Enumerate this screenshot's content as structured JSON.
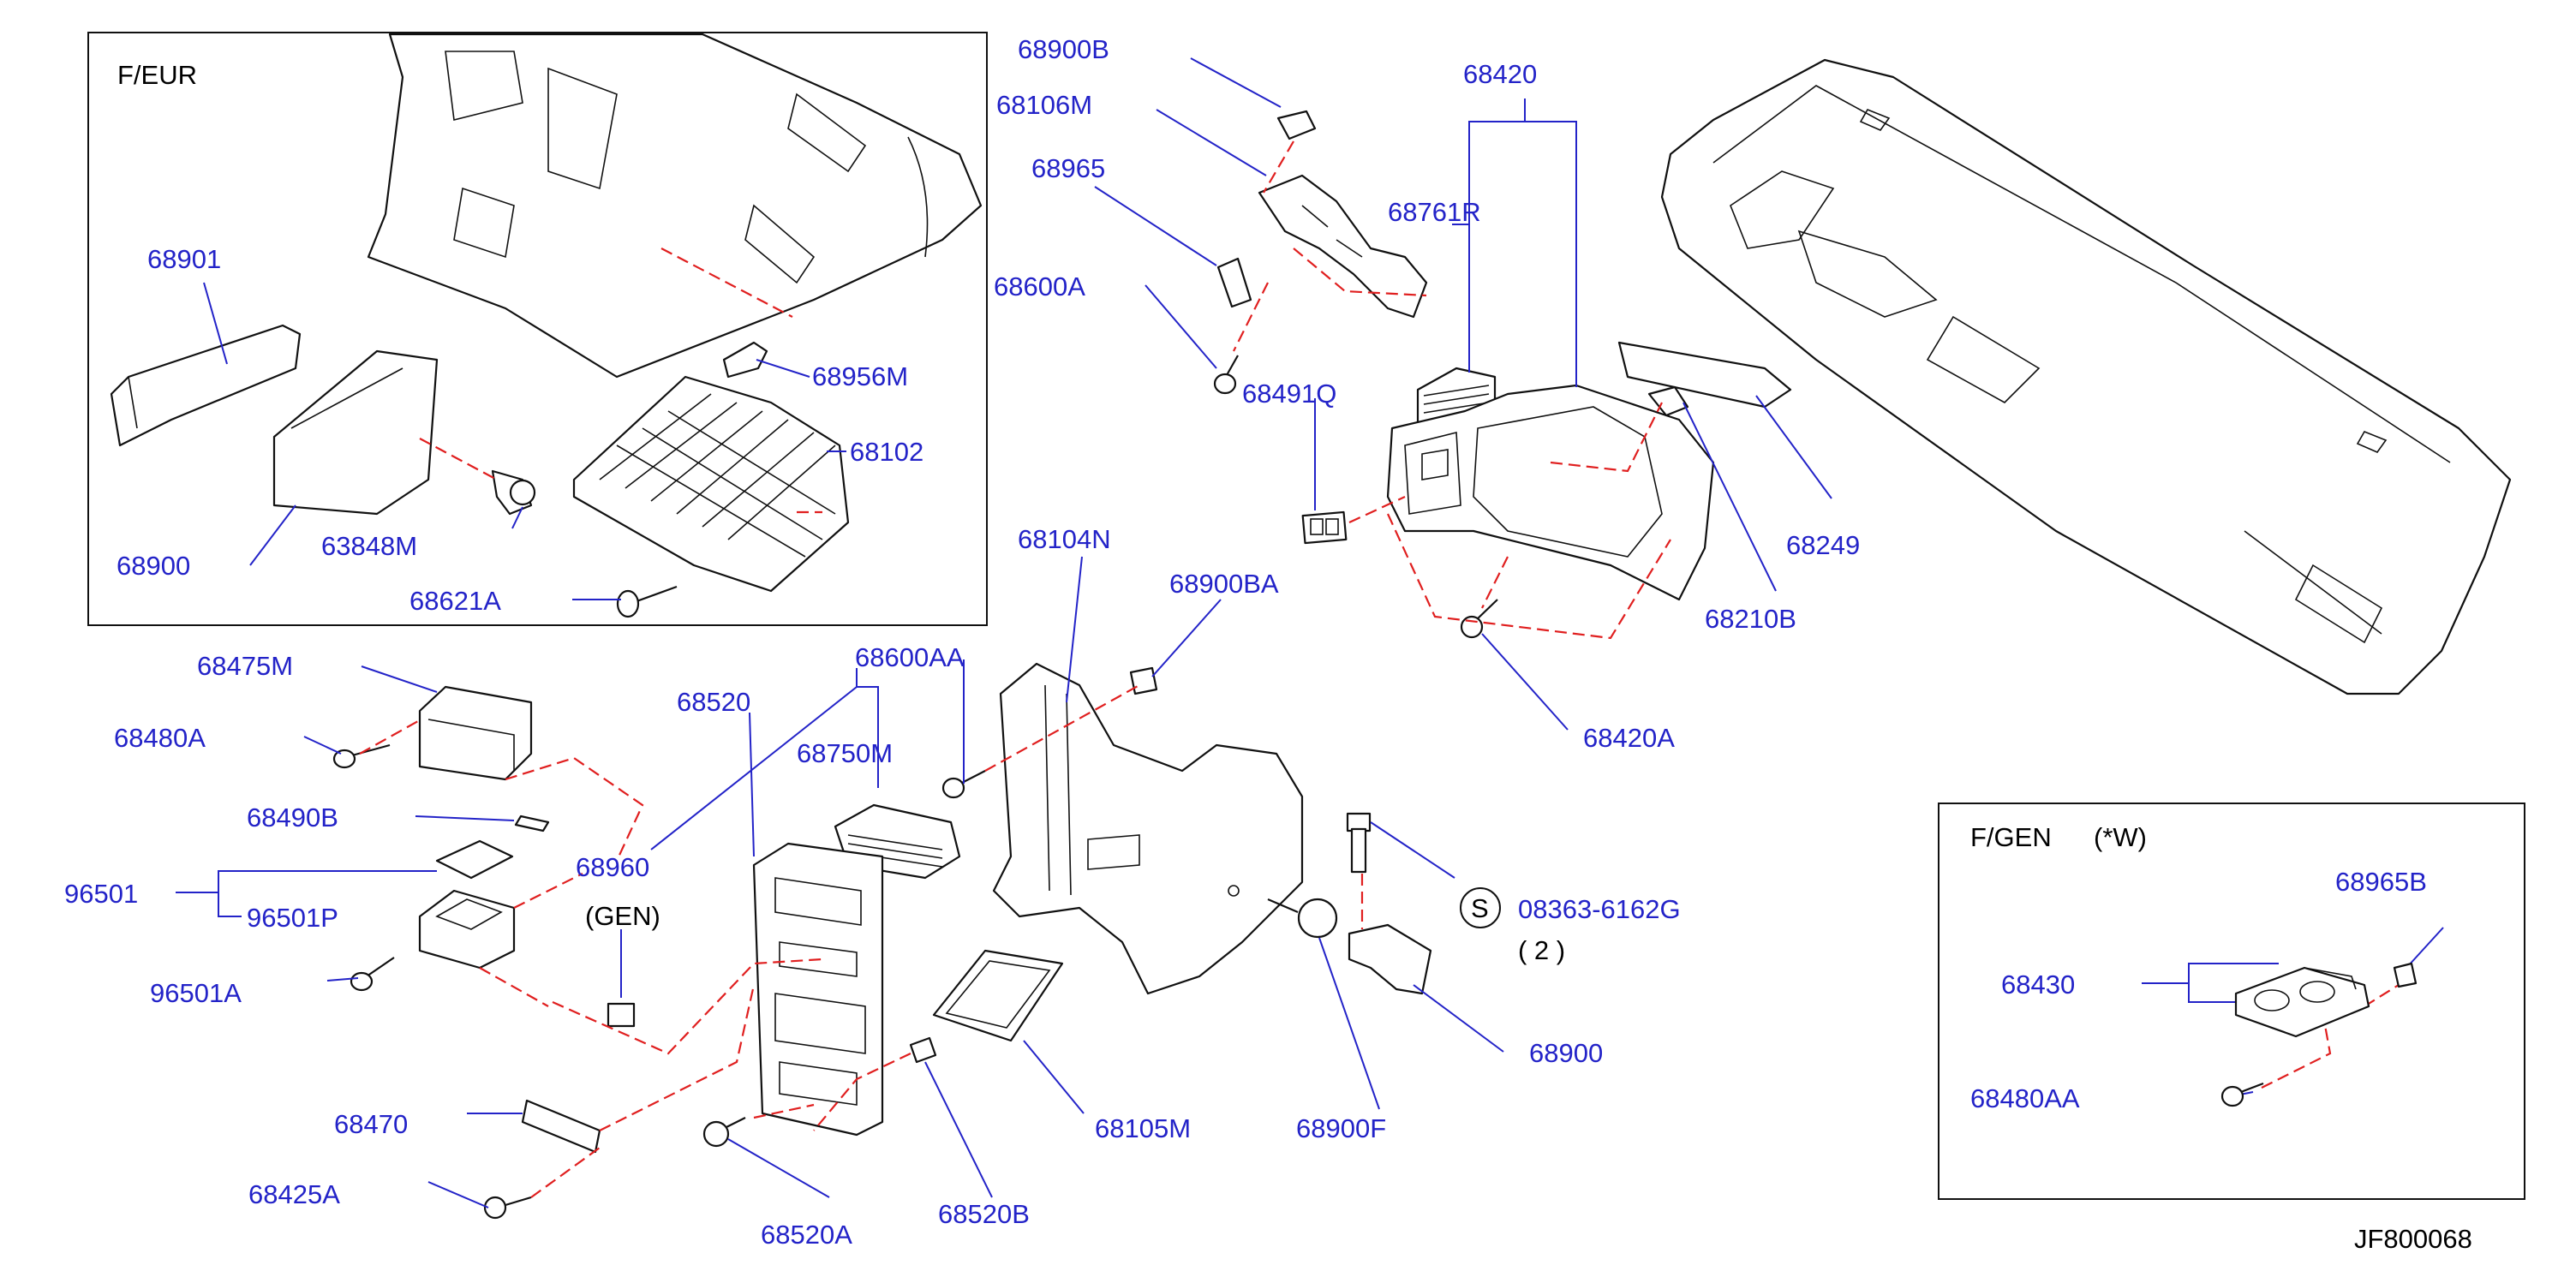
{
  "diagram": {
    "inset_eur": {
      "title": "F/EUR"
    },
    "inset_gen": {
      "title": "F/GEN",
      "variant": "(*W)"
    },
    "diagram_code": "JF800068",
    "gen_note": "(GEN)",
    "bolt_symbol": "S",
    "bolt_qty": "( 2 )",
    "colors": {
      "label": "#2323c8",
      "leader": "#2323c8",
      "dash": "#e01f1f",
      "line": "#111111"
    },
    "parts": {
      "p68900B": "68900B",
      "p68106M": "68106M",
      "p68965": "68965",
      "p68600A": "68600A",
      "p68491Q": "68491Q",
      "p68420": "68420",
      "p68761R": "68761R",
      "p68249": "68249",
      "p68210B": "68210B",
      "p68420A": "68420A",
      "p68104N": "68104N",
      "p68900BA": "68900BA",
      "p68600AA": "68600AA",
      "p68520": "68520",
      "p68750M": "68750M",
      "p68960": "68960",
      "p68475M": "68475M",
      "p68480A": "68480A",
      "p68490B": "68490B",
      "p96501": "96501",
      "p96501P": "96501P",
      "p96501A": "96501A",
      "p68470": "68470",
      "p68425A": "68425A",
      "p68520A": "68520A",
      "p68520B": "68520B",
      "p68105M": "68105M",
      "p68900F": "68900F",
      "p68900": "68900",
      "p08363": "08363-6162G",
      "p68901": "68901",
      "p68956M": "68956M",
      "p68102": "68102",
      "p68900_eur": "68900",
      "p63848M": "63848M",
      "p68621A": "68621A",
      "p68965B": "68965B",
      "p68430": "68430",
      "p68480AA": "68480AA"
    }
  }
}
